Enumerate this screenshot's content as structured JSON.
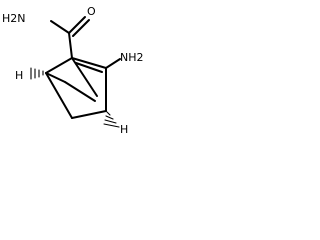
{
  "molecule": {
    "atom_labels": {
      "amide_nh2": "H2N",
      "carbonyl_o": "O",
      "amine_nh2": "NH2",
      "bridgehead_h_left": "H",
      "bridgehead_h_right": "H"
    },
    "colors": {
      "line": "#000000",
      "background": "#ffffff"
    }
  }
}
